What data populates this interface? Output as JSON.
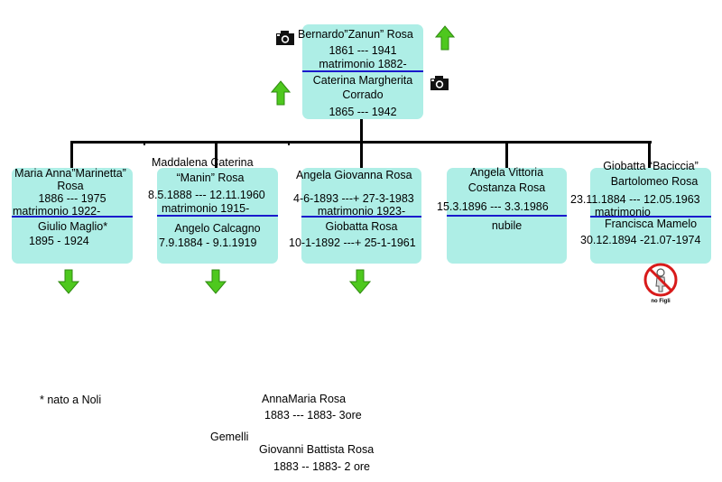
{
  "root": {
    "husband": "Bernardo”Zanun” Rosa",
    "husband_dates": "1861 --- 1941",
    "marriage": "matrimonio 1882-",
    "wife_line1": "Caterina Margherita",
    "wife_line2": "Corrado",
    "wife_dates": "1865 --- 1942"
  },
  "children": [
    {
      "name_line1": "Maria Anna”Marinetta”",
      "name_line2": "Rosa",
      "dates": "1886 --- 1975",
      "marriage": "matrimonio 1922-",
      "spouse": "Giulio Maglio*",
      "spouse_dates": "1895 - 1924"
    },
    {
      "name_line1": "Maddalena Caterina",
      "name_line2": "“Manin” Rosa",
      "dates": "8.5.1888 --- 12.11.1960",
      "marriage": "matrimonio 1915-",
      "spouse": "Angelo Calcagno",
      "spouse_dates": "7.9.1884 - 9.1.1919"
    },
    {
      "name_line1": "Angela Giovanna Rosa",
      "dates": "4-6-1893 ---+ 27-3-1983",
      "marriage": "matrimonio 1923-",
      "spouse": "Giobatta Rosa",
      "spouse_dates": "10-1-1892 ---+ 25-1-1961"
    },
    {
      "name_line1": "Angela Vittoria",
      "name_line2": "Costanza Rosa",
      "dates": "15.3.1896 --- 3.3.1986",
      "status": "nubile"
    },
    {
      "name_line1": "Giobatta “Baciccia”",
      "name_line2": "Bartolomeo Rosa",
      "dates": "23.11.1884 --- 12.05.1963",
      "marriage": "matrimonio",
      "spouse": "Francisca Mamelo",
      "spouse_dates": "30.12.1894 -21.07-1974",
      "badge": "no Figli"
    }
  ],
  "notes": {
    "footnote": "* nato a Noli",
    "twins_label": "Gemelli",
    "twin1_name": "AnnaMaria Rosa",
    "twin1_dates": "1883 --- 1883-  3ore",
    "twin2_name": "Giovanni Battista Rosa",
    "twin2_dates": "1883 -- 1883- 2 ore"
  },
  "icons": {
    "camera": "camera-icon",
    "up": "arrow-up-icon",
    "down": "arrow-down-icon",
    "no_children": "no-children-icon"
  },
  "colors": {
    "box": "#aeeee6",
    "divider": "#1a1acc",
    "arrow": "#4ec81e"
  }
}
